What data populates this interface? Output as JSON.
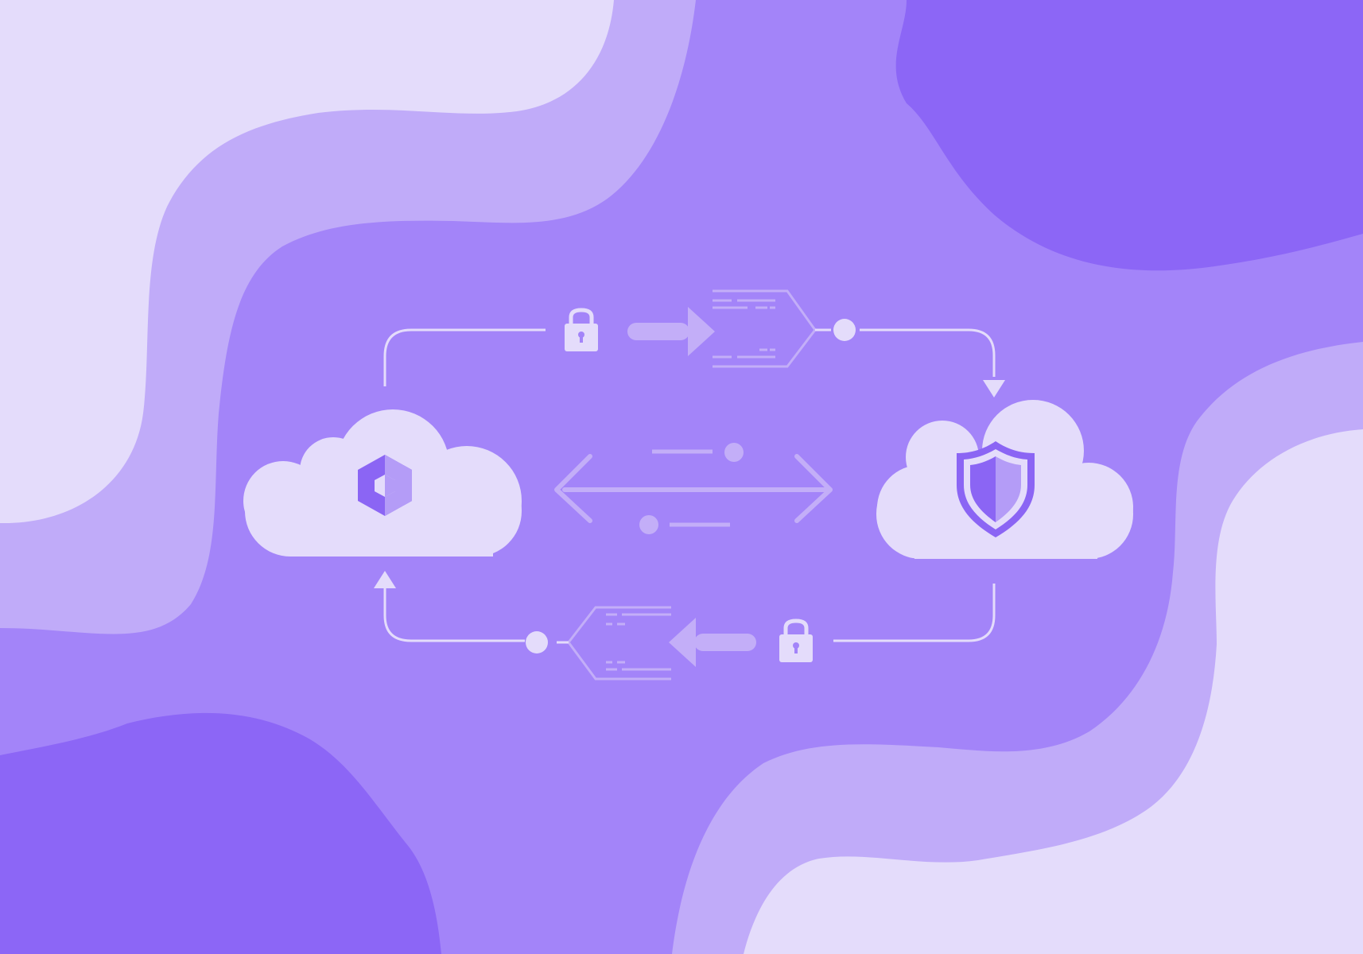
{
  "illustration": {
    "theme": "cloud-to-cloud encrypted data exchange",
    "colors": {
      "base": "#a384f9",
      "mid_blob": "#c0abf9",
      "light_blob": "#e4dcfb",
      "deep_blob": "#8c66f6",
      "foreground": "#e4dcfb",
      "accent": "#c3aef8",
      "icon_dark": "#8b65f4",
      "icon_light": "#b49cf7"
    },
    "nodes": [
      {
        "name": "source-cloud",
        "icon": "hexagon-cube-icon"
      },
      {
        "name": "destination-cloud",
        "icon": "shield-icon"
      }
    ],
    "flows": [
      {
        "from": "source-cloud",
        "to": "destination-cloud",
        "route": "top",
        "icons": [
          "lock-icon",
          "arrow-right-icon",
          "data-packet-icon"
        ]
      },
      {
        "from": "destination-cloud",
        "to": "source-cloud",
        "route": "bottom",
        "icons": [
          "lock-icon",
          "arrow-left-icon",
          "data-packet-icon"
        ]
      },
      {
        "between": [
          "source-cloud",
          "destination-cloud"
        ],
        "route": "center",
        "icons": [
          "double-arrow-icon"
        ]
      }
    ]
  }
}
